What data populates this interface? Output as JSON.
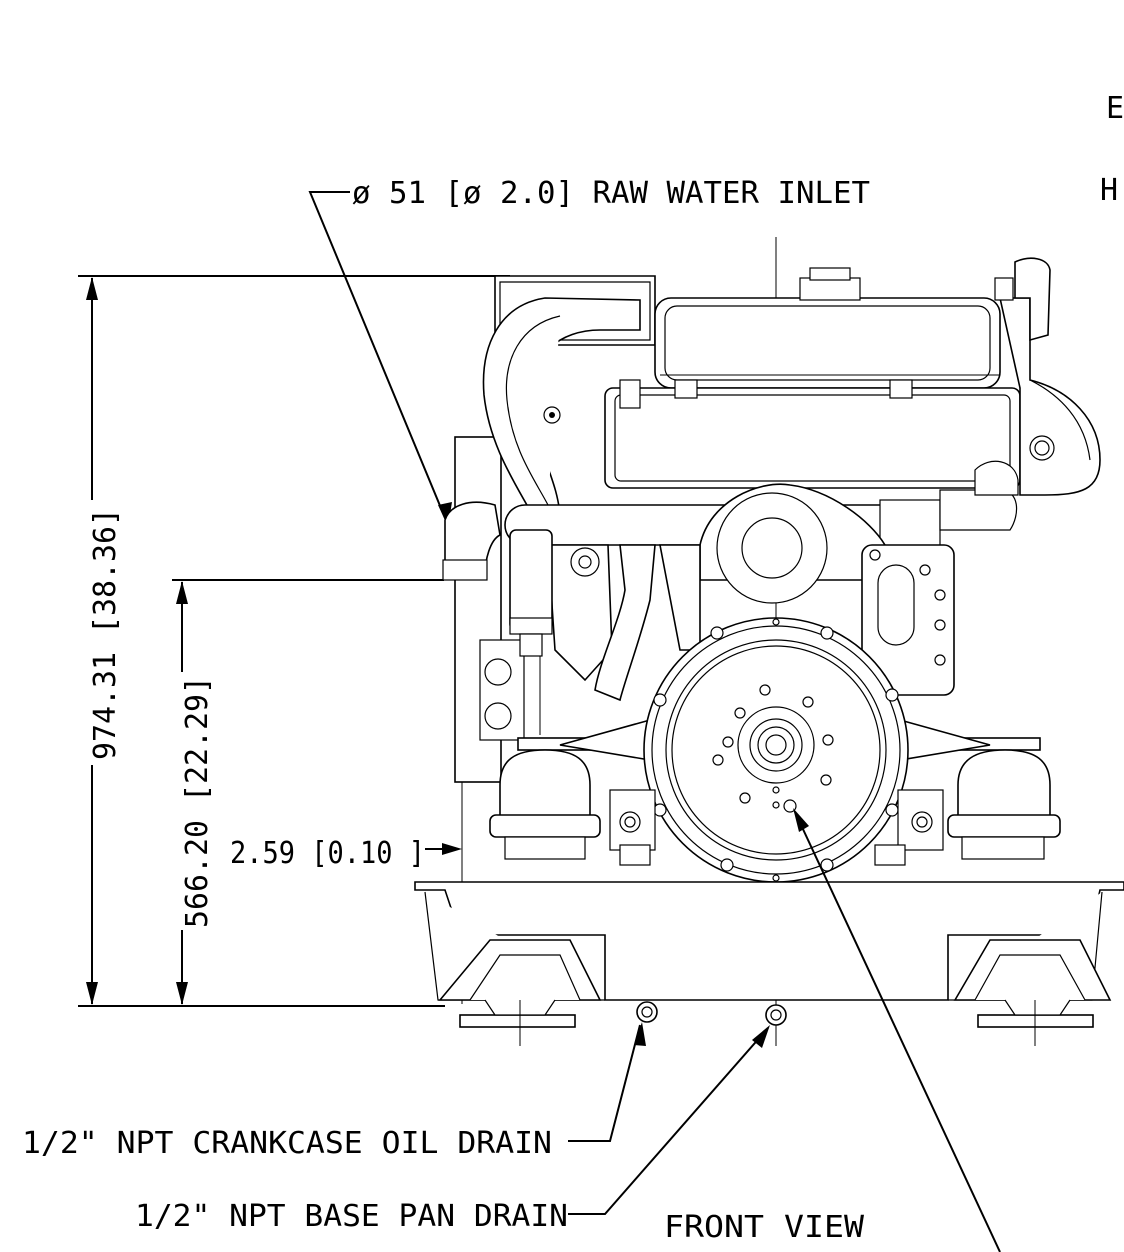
{
  "labels": {
    "raw_water_inlet": "ø 51 [ø 2.0] RAW WATER INLET",
    "overall_height": "974.31 [38.36]",
    "mount_height": "566.20 [22.29]",
    "offset": "2.59 [0.10 ]",
    "crankcase_drain": "1/2\" NPT CRANKCASE OIL DRAIN",
    "base_pan_drain": "1/2\" NPT BASE PAN DRAIN",
    "view_title": "FRONT VIEW",
    "clipped_right_1": "E",
    "clipped_right_2": "H"
  }
}
